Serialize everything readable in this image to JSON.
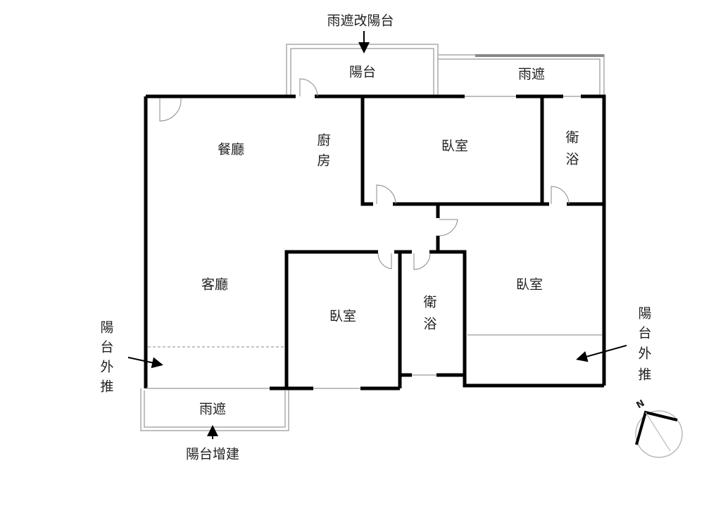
{
  "title": "Floor plan",
  "labels": {
    "top_note": "雨遮改陽台",
    "top_balcony": "陽台",
    "top_rain_cover": "雨遮",
    "dining": "餐廳",
    "kitchen_1": "廚",
    "kitchen_2": "房",
    "bedroom_top": "臥室",
    "bath_top_1": "衛",
    "bath_top_2": "浴",
    "living": "客廳",
    "bedroom_mid": "臥室",
    "bath_mid_1": "衛",
    "bath_mid_2": "浴",
    "bedroom_right": "臥室",
    "left_note": [
      "陽",
      "台",
      "外",
      "推"
    ],
    "right_note": [
      "陽",
      "台",
      "外",
      "推"
    ],
    "bottom_rain_cover": "雨遮",
    "bottom_note": "陽台增建",
    "compass_n": "N"
  }
}
